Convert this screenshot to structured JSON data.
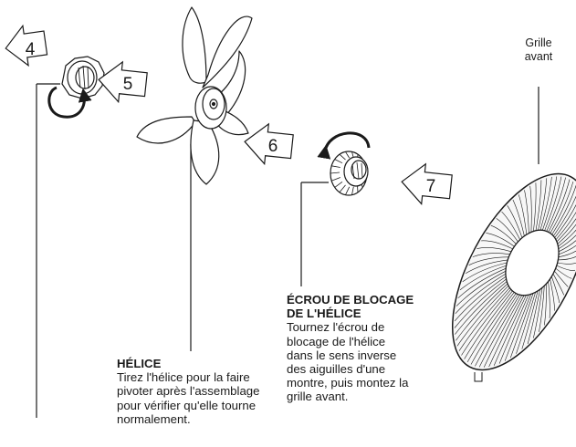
{
  "labels": {
    "grille": [
      "Grille",
      "avant"
    ],
    "helice": {
      "title": "HÉLICE",
      "lines": [
        "Tirez l'hélice pour la faire",
        "pivoter après l'assemblage",
        "pour vérifier qu'elle tourne",
        "normalement."
      ]
    },
    "ecrou": {
      "title_lines": [
        "ÉCROU DE BLOCAGE",
        "DE L'HÉLICE"
      ],
      "lines": [
        "Tournez l'écrou de",
        "blocage de l'hélice",
        "dans le sens inverse",
        "des aiguilles d'une",
        "montre, puis montez la",
        "grille avant."
      ]
    }
  },
  "steps": [
    "4",
    "5",
    "6",
    "7"
  ],
  "colors": {
    "line": "#1a1a1a",
    "fill": "#ffffff",
    "grille_fill": "#f7f7f7"
  }
}
